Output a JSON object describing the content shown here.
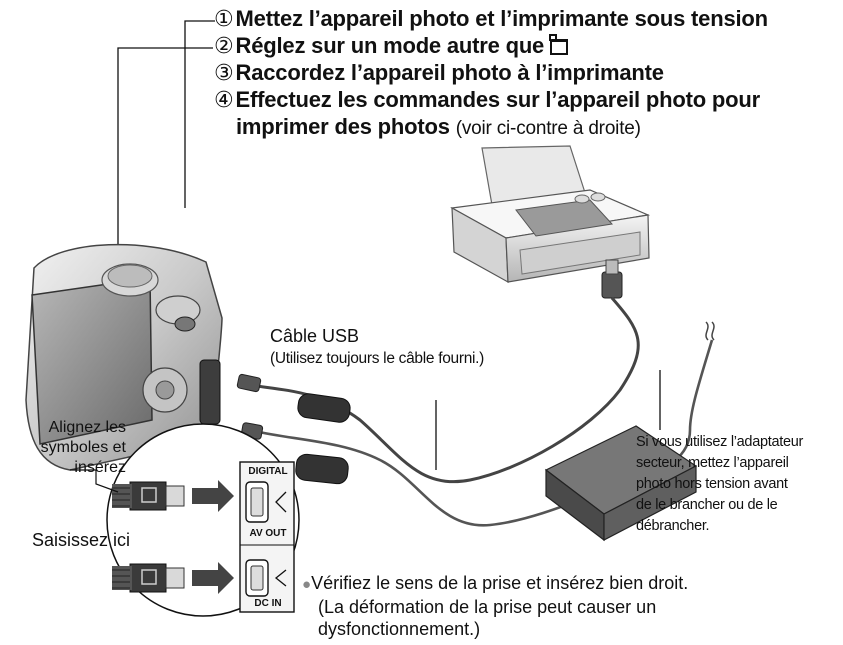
{
  "steps": [
    {
      "num": "①",
      "text": "Mettez l’appareil photo et l’imprimante sous tension"
    },
    {
      "num": "②",
      "text": "Réglez sur un mode autre que"
    },
    {
      "num": "③",
      "text": "Raccordez l’appareil photo à l’imprimante"
    },
    {
      "num": "④",
      "text_line1": "Effectuez les commandes sur l’appareil photo pour",
      "text_line2": "imprimer des photos",
      "note": "(voir ci-contre à droite)"
    }
  ],
  "mode_icon": "print-mode-icon",
  "labels": {
    "usb_title": "Câble USB",
    "usb_note": "(Utilisez toujours le câble fourni.)",
    "align_line1": "Alignez les",
    "align_line2": "symboles et",
    "align_line3": "insérez",
    "grip": "Saisissez ici",
    "adapter_lines": [
      "Si vous utilisez l’adaptateur",
      "secteur, mettez l’appareil",
      "photo hors tension avant",
      "de le brancher ou de le",
      "débrancher."
    ],
    "check_line1": "Vérifiez le sens de la prise et insérez bien droit.",
    "check_line2": "(La déformation de la prise peut causer un",
    "check_line3": "dysfonctionnement.)"
  },
  "ports": {
    "digital": "DIGITAL",
    "av_out": "AV OUT",
    "dc_in": "DC IN"
  }
}
